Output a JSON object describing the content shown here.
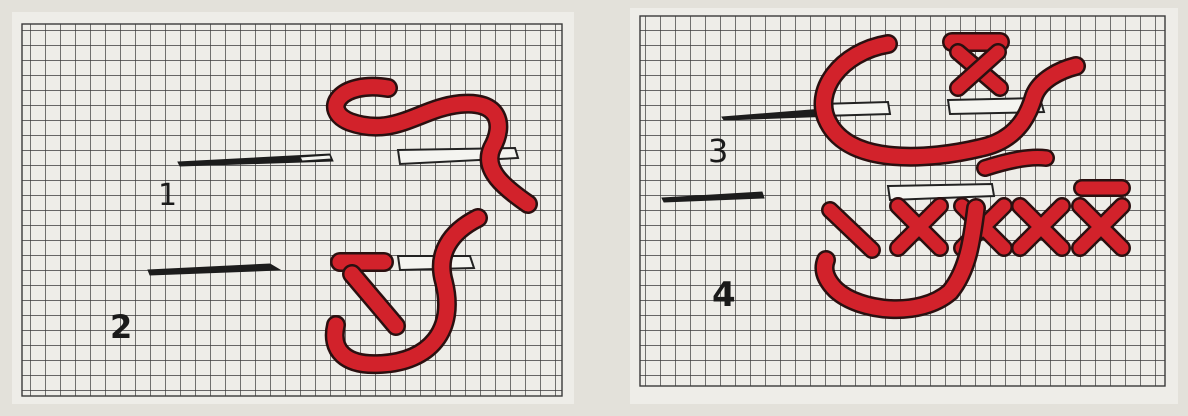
{
  "colors": {
    "paper": "#ecebe6",
    "grid": "#3a3a3a",
    "thread": "#d2222b",
    "thread_outline": "#2a1010",
    "needle": "#1c1c1c"
  },
  "steps": [
    {
      "label": "1"
    },
    {
      "label": "2"
    },
    {
      "label": "3"
    },
    {
      "label": "4"
    }
  ]
}
